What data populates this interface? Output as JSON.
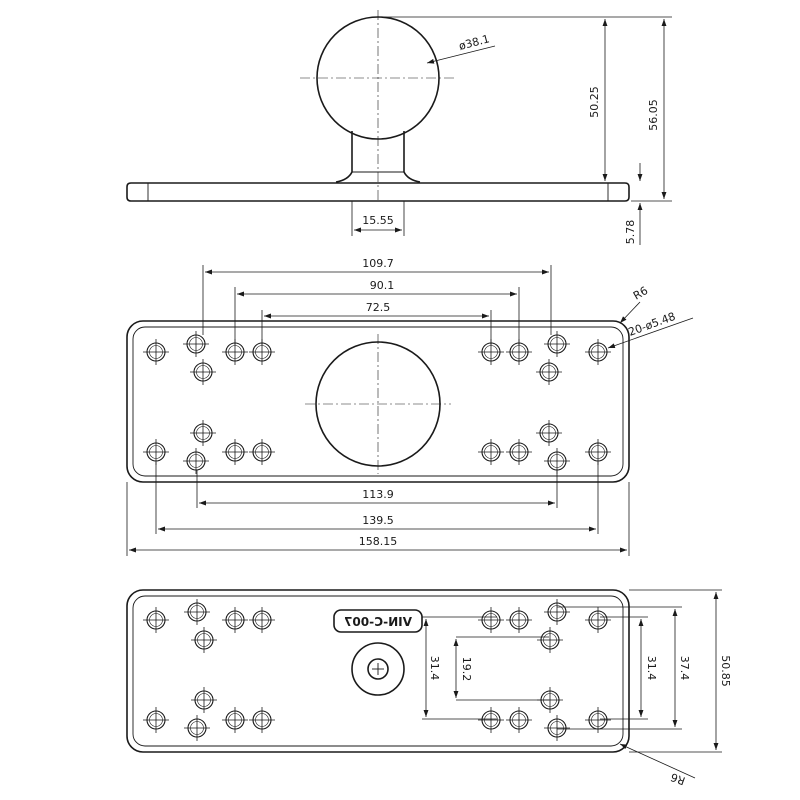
{
  "part_code": "VIN-C-007",
  "dims": {
    "ball_dia": "ø38.1",
    "height_ball_top": "50.25",
    "overall_height": "56.05",
    "neck_width": "15.55",
    "plate_thk": "5.78",
    "w109": "109.7",
    "w90": "90.1",
    "w72": "72.5",
    "radius_top": "R6",
    "holes": "20-ø5.48",
    "w113": "113.9",
    "w139": "139.5",
    "overall_len": "158.15",
    "h31a": "31.4",
    "h19": "19.2",
    "h31b": "31.4",
    "h37": "37.4",
    "overall_w": "50.85",
    "radius_bot": "R6"
  }
}
